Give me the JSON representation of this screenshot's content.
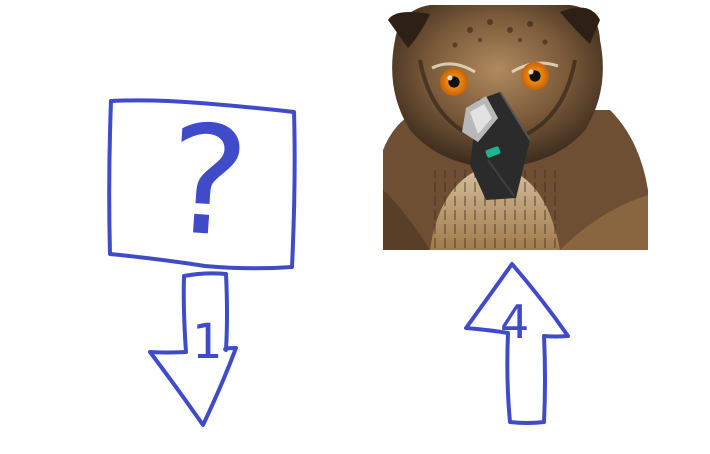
{
  "colors": {
    "ink": "#3f4bc8",
    "background": "#ffffff",
    "owl_feather_dark": "#3b2a1c",
    "owl_feather_mid": "#7a5a3a",
    "owl_feather_light": "#c9a57a",
    "owl_eye": "#e07a10",
    "device_body": "#2b2b2b",
    "device_accent": "#1fb58f"
  },
  "sketch": {
    "box_glyph": "?",
    "arrow_down_glyph": "1",
    "arrow_up_glyph": "4"
  },
  "photo": {
    "subject_icon": "owl-photo",
    "object_icon": "clip-device-icon"
  }
}
